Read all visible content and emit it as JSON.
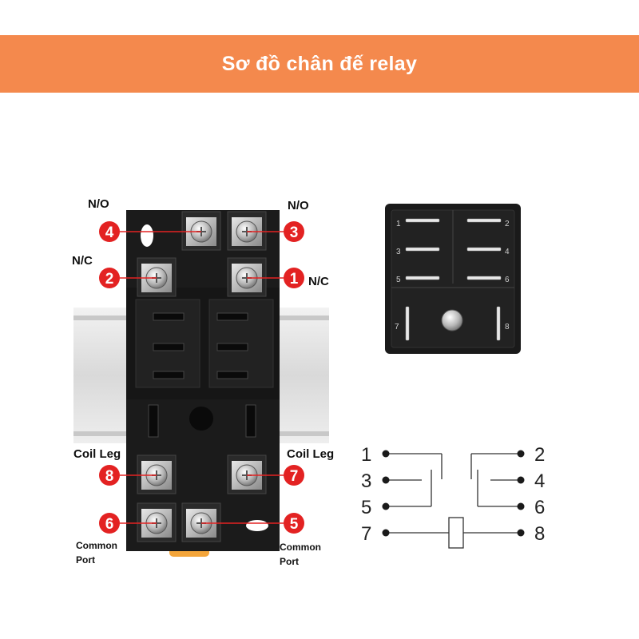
{
  "header": {
    "title": "Sơ đồ chân đế relay",
    "background": "#f4894d",
    "text_color": "#ffffff"
  },
  "socket_labels": {
    "top_left": "N/O",
    "top_right": "N/O",
    "mid_left": "N/C",
    "mid_right": "N/C",
    "coil_left": "Coil Leg",
    "coil_right": "Coil Leg",
    "common_left_line1": "Common",
    "common_left_line2": "Port",
    "common_right_line1": "Common",
    "common_right_line2": "Port"
  },
  "terminal_badges": [
    "4",
    "3",
    "2",
    "1",
    "8",
    "7",
    "6",
    "5"
  ],
  "badge_color": "#e32222",
  "relay_pin_numbers": [
    "1",
    "2",
    "3",
    "4",
    "5",
    "6",
    "7",
    "8"
  ],
  "schematic_pins": {
    "left": [
      "1",
      "3",
      "5",
      "7"
    ],
    "right": [
      "2",
      "4",
      "6",
      "8"
    ]
  },
  "icons": [
    "relay-socket-image",
    "relay-bottom-image",
    "wiring-schematic"
  ]
}
